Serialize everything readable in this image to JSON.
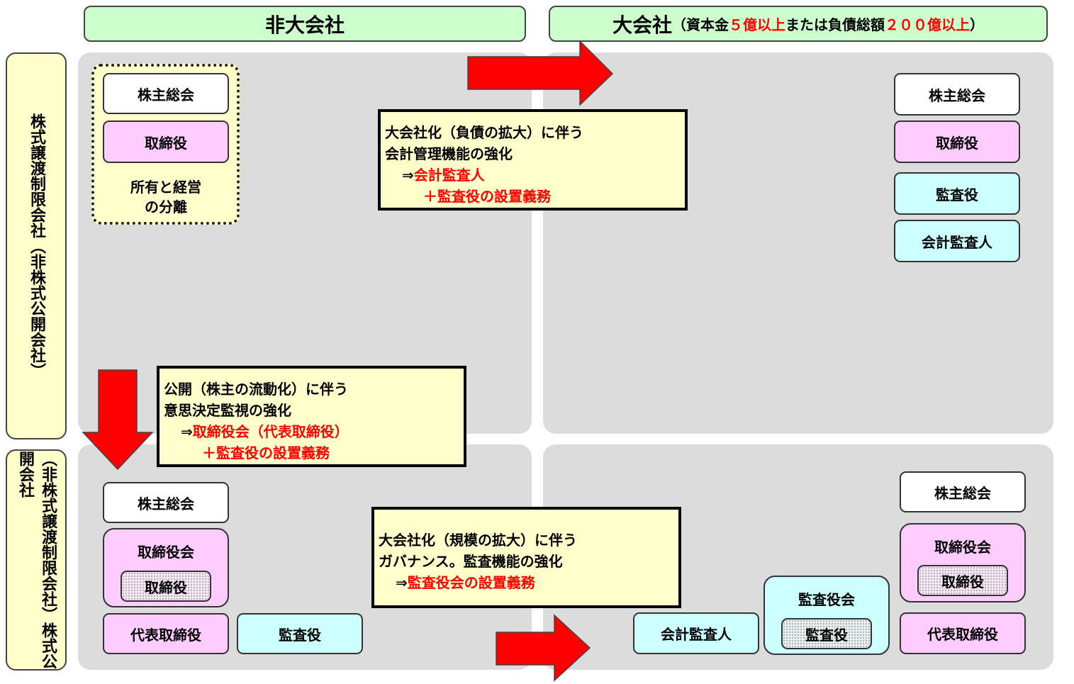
{
  "columns": {
    "left": {
      "title": "非大会社"
    },
    "right": {
      "title": "大会社",
      "note_open": "（資本金",
      "note_val1": "５億以上",
      "note_mid": "または負債総額",
      "note_val2": "２００億以上",
      "note_close": "）"
    }
  },
  "rows": {
    "top": {
      "label": "株式譲渡制限会社（非株式公開会社）"
    },
    "bottom": {
      "label": "（非株式譲渡制限会社）株式公開会社"
    }
  },
  "q_tl": {
    "shareholders": "株主総会",
    "director": "取締役",
    "separation_line1": "所有と経営",
    "separation_line2": "の分離"
  },
  "q_tr": {
    "shareholders": "株主総会",
    "director": "取締役",
    "auditor": "監査役",
    "accounting_auditor": "会計監査人"
  },
  "q_bl": {
    "shareholders": "株主総会",
    "board": "取締役会",
    "board_director": "取締役",
    "representative": "代表取締役",
    "auditor": "監査役"
  },
  "q_br": {
    "shareholders": "株主総会",
    "board": "取締役会",
    "board_director": "取締役",
    "representative": "代表取締役",
    "audit_board": "監査役会",
    "audit_board_member": "監査役",
    "accounting_auditor": "会計監査人"
  },
  "callouts": {
    "top": {
      "line1": "大会社化（負債の拡大）に伴う",
      "line2": "会計管理機能の強化",
      "line3_prefix": "⇒",
      "line3_red": "会計監査人",
      "line4_red": "＋監査役の設置義務"
    },
    "left": {
      "line1": "公開（株主の流動化）に伴う",
      "line2": "意思決定監視の強化",
      "line3_prefix": "⇒",
      "line3_red": "取締役会（代表取締役）",
      "line4_red": "＋監査役の設置義務"
    },
    "bottom": {
      "line1": "大会社化（規模の拡大）に伴う",
      "line2": "ガバナンス。監査機能の強化",
      "line3_prefix": "⇒",
      "line3_red": "監査役会の設置義務"
    }
  },
  "colors": {
    "header_green": "#ccffcc",
    "row_yellow": "#ffffcc",
    "quadrant_gray": "#dcdcdc",
    "pink": "#ffccff",
    "cyan": "#ccffff",
    "arrow_red": "#ff0000",
    "emphasis_red": "#ff0000"
  }
}
